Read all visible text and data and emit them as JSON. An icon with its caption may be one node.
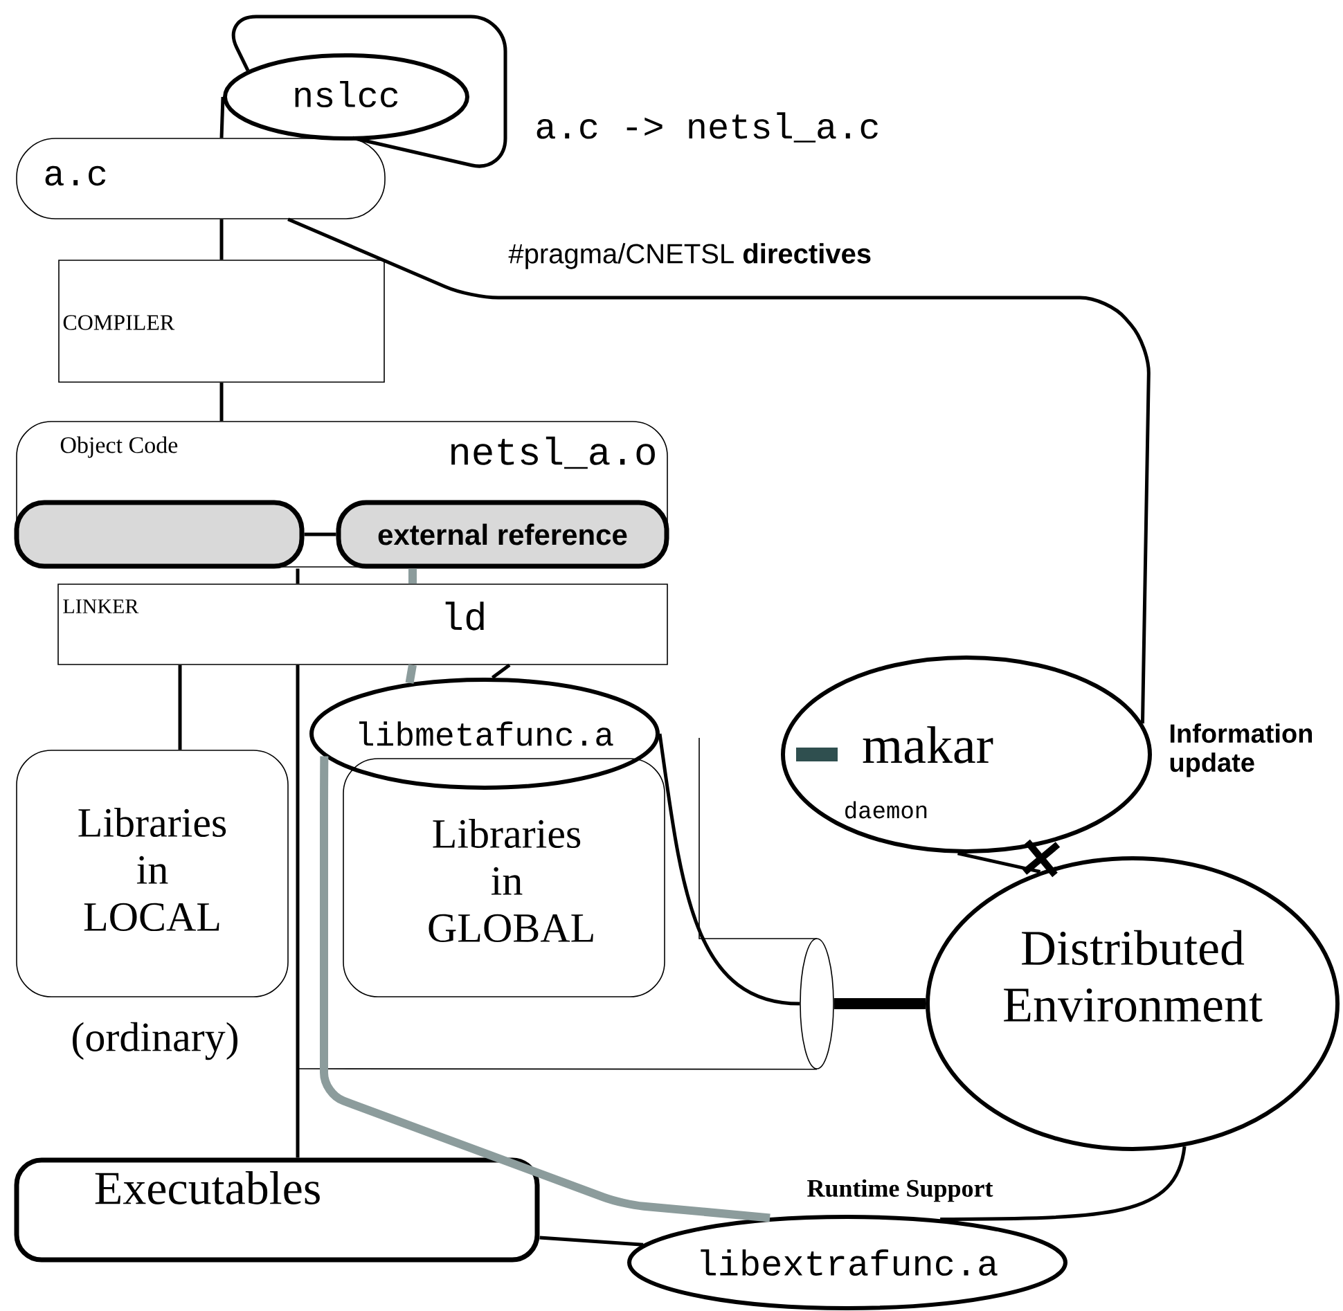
{
  "diagram": {
    "nodes": [
      {
        "text": [
          "nslcc"
        ]
      },
      {
        "text": [
          "a.c"
        ]
      },
      {
        "text": [
          "COMPILER"
        ]
      },
      {
        "text": [
          "Object Code",
          "netsl_a.o"
        ]
      },
      {
        "text": [],
        "shape": "box",
        "in": 3
      },
      {
        "text": [
          "external reference"
        ],
        "in": 3
      },
      {
        "text": [
          "LINKER",
          "ld"
        ]
      },
      {
        "text": [
          "libmetafunc.a"
        ]
      },
      {
        "text": [
          "Libraries in LOCAL"
        ],
        "beside": [
          "(ordinary)"
        ]
      },
      {
        "text": [
          "Libraries in GLOBAL"
        ]
      },
      {
        "text": [
          "makar",
          "daemon"
        ],
        "beside": [
          "Information update"
        ]
      },
      {
        "text": [
          "Distributed Environment"
        ]
      },
      {
        "text": [],
        "shape": "cylinder"
      },
      {
        "text": [
          "Executables"
        ]
      },
      {
        "text": [
          "libextrafunc.a"
        ]
      }
    ],
    "edges": [
      {
        "from": 1,
        "to": 0,
        "arrow": "none"
      },
      {
        "from": 0,
        "to": 1,
        "arrow": "none"
      },
      {
        "from": 1,
        "to": 2,
        "arrow": "none"
      },
      {
        "from": 2,
        "to": 3,
        "arrow": "none"
      },
      {
        "from": 1,
        "to": 10,
        "arrow": "none",
        "label": "#pragma/CNETSL **directives**"
      },
      {
        "from": 10,
        "to": 11,
        "arrow": "none"
      },
      {
        "from": 6,
        "to": 12,
        "arrow": "none"
      },
      {
        "from": 4,
        "to": 6,
        "arrow": "none"
      },
      {
        "from": 6,
        "to": 13,
        "arrow": "none"
      },
      {
        "from": 4,
        "to": 5,
        "arrow": "none"
      },
      {
        "from": 6,
        "to": 8,
        "arrow": "none"
      },
      {
        "from": 6,
        "to": 7,
        "arrow": "none"
      },
      {
        "from": 5,
        "to": 6,
        "arrow": "none",
        "style": "thick",
        "color": "#8c9c9c"
      },
      {
        "from": 6,
        "to": 7,
        "arrow": "none",
        "style": "thick",
        "color": "#8c9c9c"
      },
      {
        "from": 7,
        "to": 14,
        "arrow": "none",
        "style": "thick",
        "color": "#8c9c9c",
        "label": "Runtime Support"
      },
      {
        "from": 7,
        "to": 12,
        "arrow": "none"
      },
      {
        "from": 12,
        "to": 11,
        "arrow": "none",
        "style": "thick"
      },
      {
        "from": 11,
        "to": 14,
        "arrow": "none"
      },
      {
        "from": 13,
        "to": 14,
        "arrow": "none"
      }
    ],
    "labels": [
      "a.c -> netsl_a.c"
    ]
  }
}
